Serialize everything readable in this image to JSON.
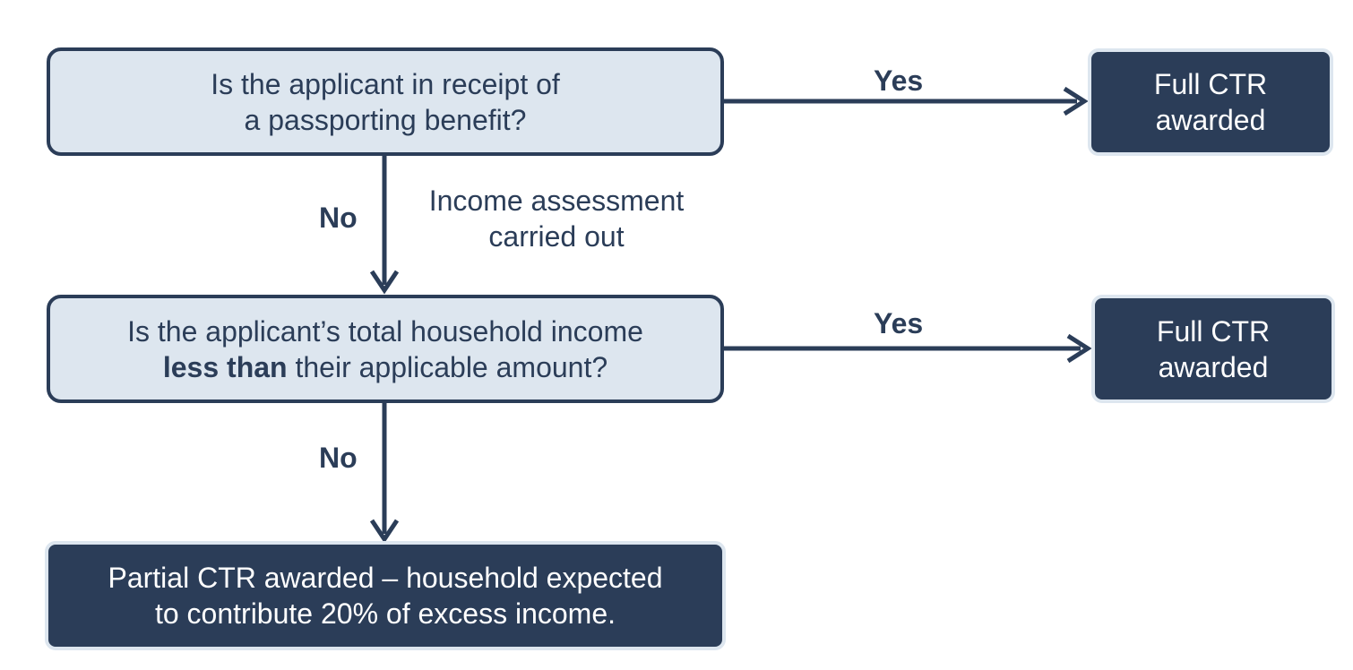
{
  "colors": {
    "question_fill": "#dde6ef",
    "question_border": "#2b3d58",
    "outcome_fill": "#2b3d58",
    "outcome_text": "#ffffff",
    "connector": "#2b3d58"
  },
  "question_1": {
    "line_1": "Is the applicant in receipt of",
    "line_2": "a passporting benefit?"
  },
  "question_2": {
    "line_1": "Is the applicant’s total household income",
    "line_2_bold": "less than",
    "line_2_rest": " their applicable amount?"
  },
  "outcome_full_1": {
    "line_1": "Full CTR",
    "line_2": "awarded"
  },
  "outcome_full_2": {
    "line_1": "Full CTR",
    "line_2": "awarded"
  },
  "outcome_partial": {
    "line_1": "Partial CTR awarded – household expected",
    "line_2": "to contribute 20% of excess income."
  },
  "connectors": {
    "yes_1": "Yes",
    "yes_2": "Yes",
    "no_1": "No",
    "no_2": "No"
  },
  "note": {
    "line_1": "Income assessment",
    "line_2": "carried out"
  }
}
